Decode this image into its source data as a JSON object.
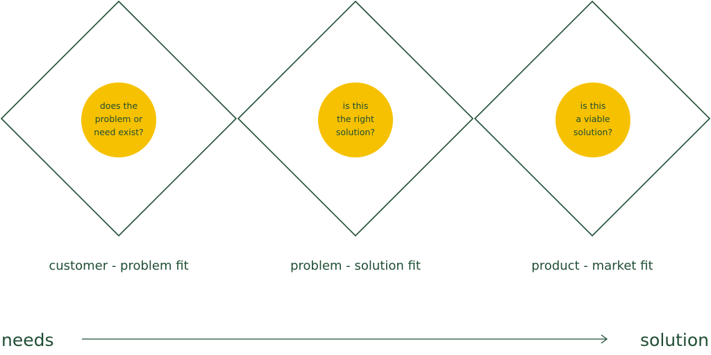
{
  "stages": [
    {
      "question_lines": [
        "does the",
        "problem or",
        "need exist?"
      ],
      "fit_label": "customer - problem fit"
    },
    {
      "question_lines": [
        "is this",
        "the right",
        "solution?"
      ],
      "fit_label": "problem - solution fit"
    },
    {
      "question_lines": [
        "is this",
        "a viable",
        "solution?"
      ],
      "fit_label": "product - market fit"
    }
  ],
  "axis": {
    "start_label": "needs",
    "end_label": "solution"
  },
  "colors": {
    "line": "#1f4d33",
    "circle": "#f6c100",
    "text": "#1f4d33"
  }
}
